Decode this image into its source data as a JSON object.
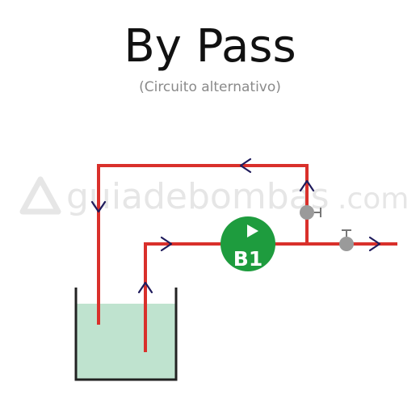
{
  "header": {
    "title": "By Pass",
    "subtitle": "(Circuito alternativo)"
  },
  "watermark": {
    "brand": "guiadebombas",
    "suffix": ".com"
  },
  "pump": {
    "label": "B1"
  },
  "colors": {
    "pipe": "#d9302b",
    "arrow": "#1f1b5c",
    "pump": "#1e9c3e",
    "water": "#bfe3cf",
    "tank_wall": "#222222",
    "valve": "#9a9a9a",
    "watermark": "#e6e6e6"
  }
}
